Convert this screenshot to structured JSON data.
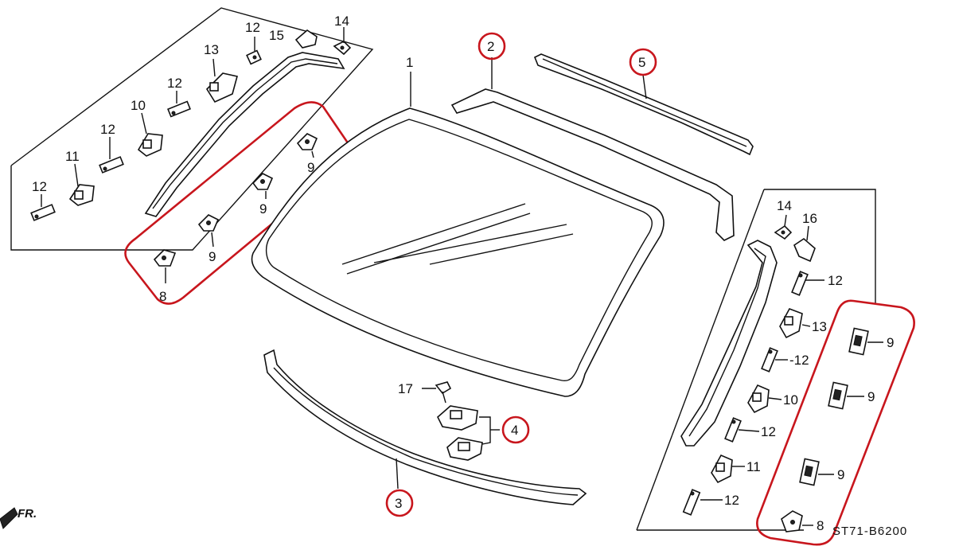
{
  "diagram": {
    "reference_code": "ST71-B6200",
    "direction_marker": "FR.",
    "highlight_color": "#c8161d",
    "labels": {
      "p1": "1",
      "p2": "2",
      "p3": "3",
      "p4": "4",
      "p5": "5",
      "p17": "17",
      "left_12a": "12",
      "left_15": "15",
      "left_14": "14",
      "left_13": "13",
      "left_12b": "12",
      "left_10": "10",
      "left_12c": "12",
      "left_11": "11",
      "left_12d": "12",
      "left_9a": "9",
      "left_9b": "9",
      "left_9c": "9",
      "left_8": "8",
      "right_14": "14",
      "right_16": "16",
      "right_12a": "12",
      "right_13": "13",
      "right_12b": "-12",
      "right_10": "10",
      "right_12c": "12",
      "right_11": "11",
      "right_12d": "12",
      "right_9a": "9",
      "right_9b": "9",
      "right_9c": "9",
      "right_8": "8"
    }
  }
}
